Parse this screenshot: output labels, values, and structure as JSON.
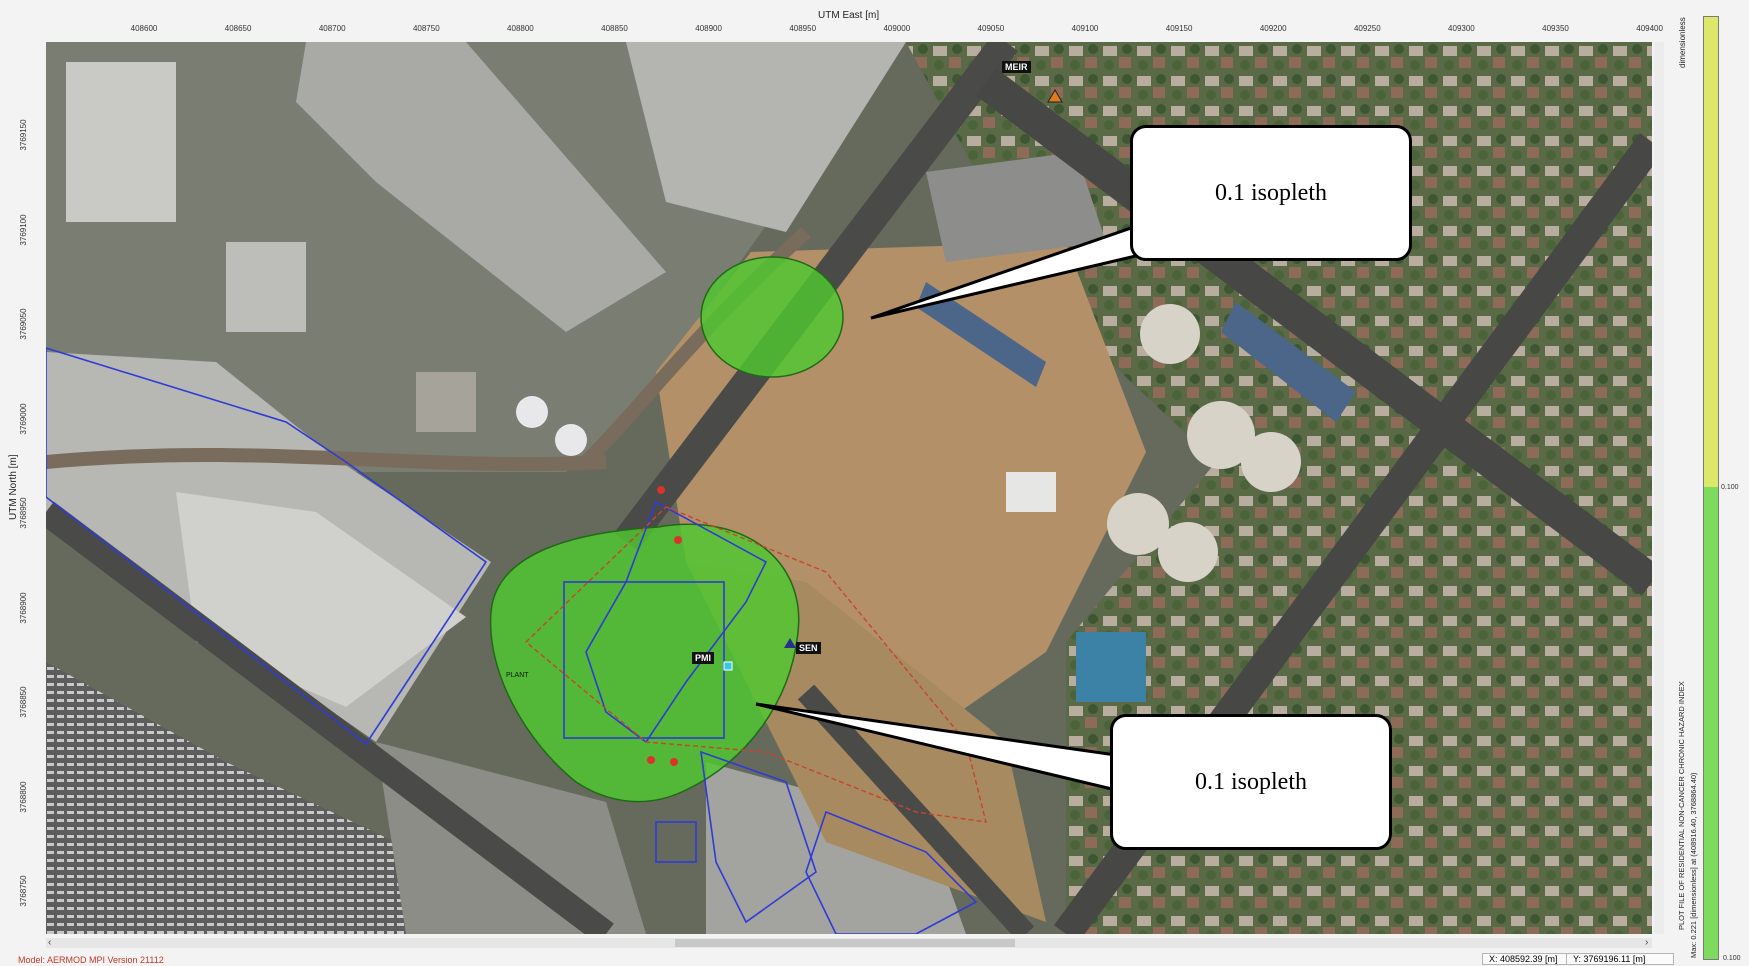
{
  "axes": {
    "x_title": "UTM East [m]",
    "y_title": "UTM North [m]",
    "x_ticks": [
      "408600",
      "408650",
      "408700",
      "408750",
      "408800",
      "408850",
      "408900",
      "408950",
      "409000",
      "409050",
      "409100",
      "409150",
      "409200",
      "409250",
      "409300",
      "409350",
      "409400"
    ],
    "y_ticks": [
      "3769150",
      "3769100",
      "3769050",
      "3769000",
      "3768950",
      "3768900",
      "3768850",
      "3768800",
      "3768750"
    ]
  },
  "map": {
    "callout_top": "0.1 isopleth",
    "callout_bottom": "0.1 isopleth",
    "receptor_meir": "MEIR",
    "receptor_pmi": "PMI",
    "receptor_sen": "SEN",
    "site_label": "PLANT",
    "isopleth_color": "#4fc82f",
    "boundary_color": "#2f3bd6"
  },
  "legend": {
    "units": "dimensionless",
    "mid_value": "0.100",
    "bottom_value": "0.100",
    "plot_title": "PLOT FILE OF RESIDENTIAL NON-CANCER CHRONIC HAZARD INDEX",
    "max_text": "Max: 0.221  [dimensionless]  at  (408916.40, 3768864.40)",
    "color_upper": "#dde86a",
    "color_lower": "#7ddc5d"
  },
  "status": {
    "model": "Model: AERMOD MPI Version 21112",
    "x_readout": "X: 408592.39 [m]",
    "y_readout": "Y: 3769196.11 [m]"
  }
}
